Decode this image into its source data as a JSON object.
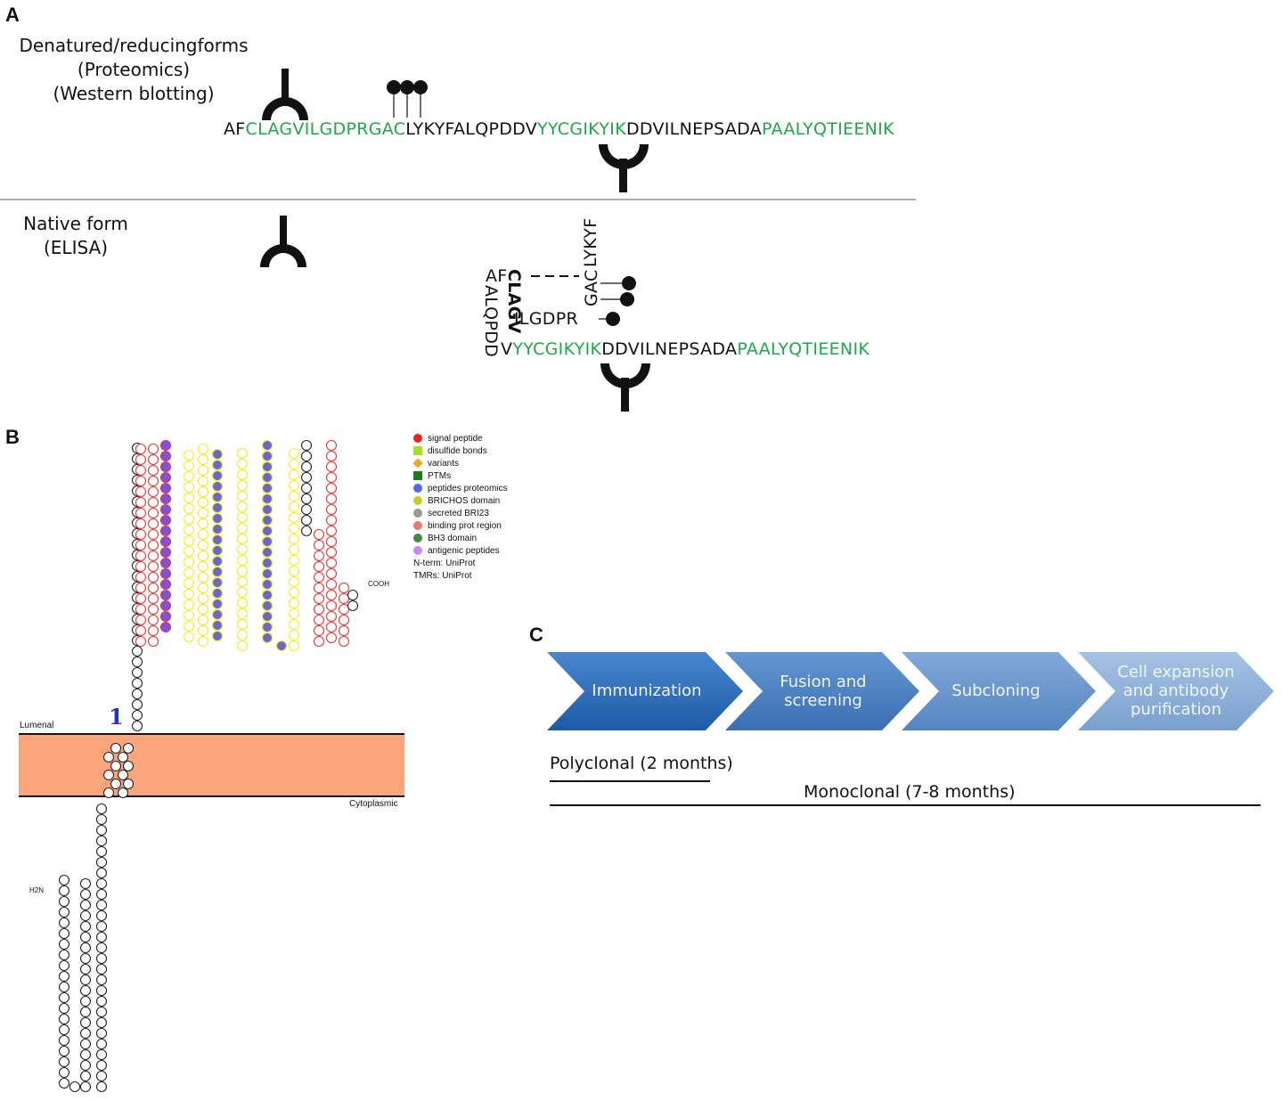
{
  "panels": {
    "a": "A",
    "b": "B",
    "c": "C"
  },
  "panel_a": {
    "denatured_caption": [
      "Denatured/reducingforms",
      "(Proteomics)",
      "(Western blotting)"
    ],
    "native_caption": [
      "Native form",
      "(ELISA)"
    ],
    "linear_seq": [
      {
        "t": "AF",
        "c": "k"
      },
      {
        "t": "CLAGVILGDPRGAC",
        "c": "g"
      },
      {
        "t": "LYKYFALQPDDV",
        "c": "k"
      },
      {
        "t": "YYCGIKYIK",
        "c": "g"
      },
      {
        "t": "DDVILNEPSADA",
        "c": "k"
      },
      {
        "t": "PAALYQTIEENIK",
        "c": "g"
      }
    ],
    "native": {
      "af": "AF",
      "lykyf": "LYKYF",
      "clagv": "CLAGV",
      "gac": "GAC",
      "alqpdd": "ALQPDD",
      "ilgdpr": "ILGDPR",
      "v": "V",
      "yycgikyik": "YYCGIKYIK",
      "ddvilnepsada": "DDVILNEPSADA",
      "paalyqtieenik": "PAALYQTIEENIK"
    }
  },
  "panel_b": {
    "lumenal": "Lumenal",
    "cytoplasmic": "Cytoplasmic",
    "tm_number": "1",
    "n_term": "H2N",
    "c_term": "COOH",
    "legend": [
      {
        "label": "signal peptide",
        "color": "#ee2222",
        "shape": "circle"
      },
      {
        "label": "disulfide bonds",
        "color": "#a8e020",
        "shape": "square"
      },
      {
        "label": "variants",
        "color": "#f5a623",
        "shape": "diamond"
      },
      {
        "label": "PTMs",
        "color": "#1e7a1e",
        "shape": "square"
      },
      {
        "label": "peptides proteomics",
        "color": "#5566ee",
        "shape": "circle"
      },
      {
        "label": "BRICHOS domain",
        "color": "#cccc22",
        "shape": "circle"
      },
      {
        "label": "secreted BRI23",
        "color": "#999999",
        "shape": "circle"
      },
      {
        "label": "binding prot region",
        "color": "#ee7777",
        "shape": "circle"
      },
      {
        "label": "BH3 domain",
        "color": "#448844",
        "shape": "circle"
      },
      {
        "label": "antigenic peptides",
        "color": "#cc88ee",
        "shape": "circle"
      }
    ],
    "legend_notes": [
      "N-term: UniProt",
      "TMRs: UniProt"
    ],
    "colors": {
      "membrane": "#fca57c",
      "red_ring": "#ee3333",
      "yellow_ring": "#eeee22",
      "fill_purple": "#7a52e0",
      "fill_mixed": "#6c66cc"
    }
  },
  "panel_c": {
    "steps": [
      {
        "label": "Immunization",
        "color": "#2d6fbf"
      },
      {
        "label": "Fusion and screening",
        "color": "#4a81c4"
      },
      {
        "label": "Subcloning",
        "color": "#6a97cc"
      },
      {
        "label": "Cell expansion and antibody purification",
        "color": "#8fb0d9"
      }
    ],
    "polyclonal": "Polyclonal (2 months)",
    "monoclonal": "Monoclonal (7-8 months)"
  }
}
